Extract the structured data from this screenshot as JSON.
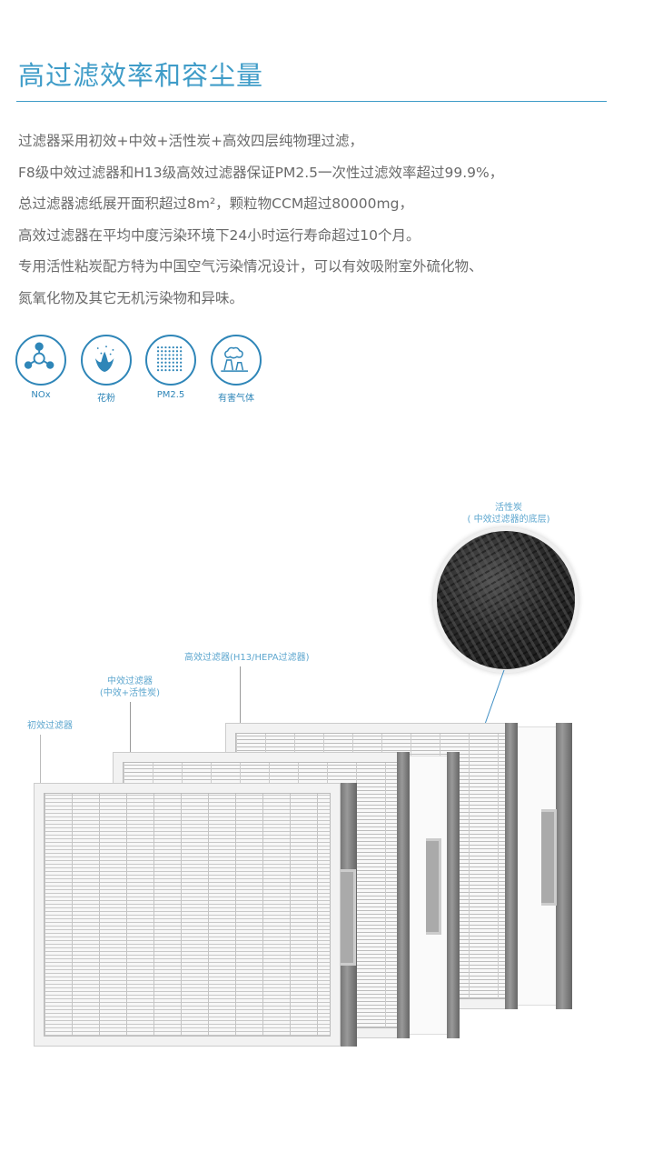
{
  "title": "高过滤效率和容尘量",
  "paragraph": [
    "过滤器采用初效+中效+活性炭+高效四层纯物理过滤，",
    "F8级中效过滤器和H13级高效过滤器保证PM2.5一次性过滤效率超过99.9%，",
    "总过滤器滤纸展开面积超过8m²，颗粒物CCM超过80000mg，",
    "高效过滤器在平均中度污染环境下24小时运行寿命超过10个月。",
    "专用活性粘炭配方特为中国空气污染情况设计，可以有效吸附室外硫化物、",
    "氮氧化物及其它无机污染物和异味。"
  ],
  "icons": [
    {
      "name": "nox-icon",
      "label": "NOx"
    },
    {
      "name": "pollen-icon",
      "label": "花粉"
    },
    {
      "name": "pm25-icon",
      "label": "PM2.5"
    },
    {
      "name": "harmful-gas-icon",
      "label": "有害气体"
    }
  ],
  "diagram": {
    "carbon_label": "活性炭",
    "carbon_sublabel": "( 中效过滤器的底层)",
    "hepa_label": "高效过滤器(H13/HEPA过滤器)",
    "medium_label": "中效过滤器",
    "medium_sublabel": "(中效+活性炭)",
    "primary_label": "初效过滤器"
  },
  "colors": {
    "accent": "#3f9cc8"
  }
}
